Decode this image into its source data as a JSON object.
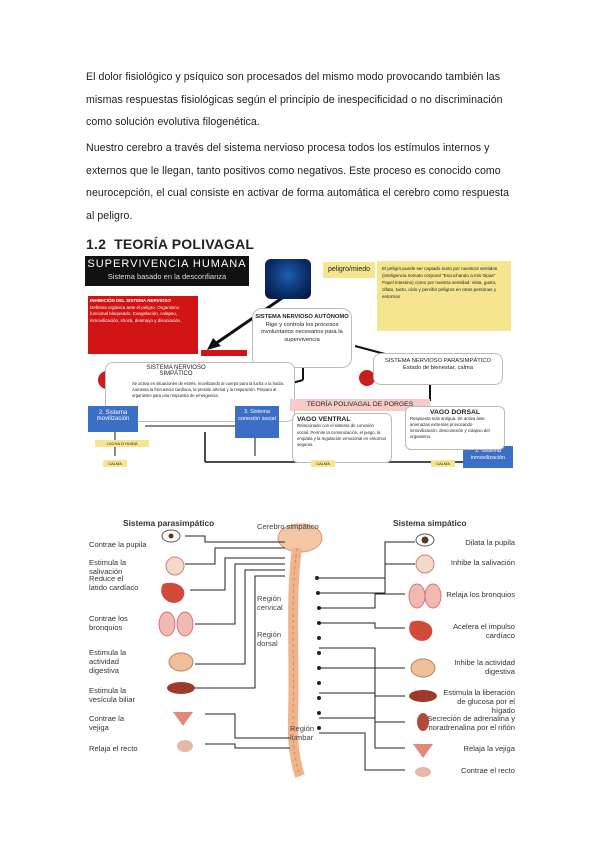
{
  "paragraphs": [
    {
      "lines": [
        "El dolor fisiológico y psíquico son procesados del mismo modo provocando también las",
        "mismas respuestas fisiológicas según el principio de inespecificidad o no discriminación",
        "como solución evolutiva filogenética."
      ]
    },
    {
      "lines": [
        "Nuestro cerebro a través del sistema nervioso procesa todos los estímulos internos y",
        "externos que le llegan, tanto positivos como negativos. Este proceso es conocido como",
        "neurocepción, el cual consiste en activar de forma automática el cerebro como respuesta",
        "al peligro."
      ]
    }
  ],
  "section": {
    "number": "1.2",
    "title": "TEORÍA POLIVAGAL"
  },
  "polyvagal_diagram": {
    "title": "SUPERVIVENCIA HUMANA",
    "subtitle": "Sistema basado en la desconfianza",
    "danger_label": "peligro/miedo",
    "danger_text": "El peligro puede ser captado tanto por nuestros sentidos (inteligencia somato corporal \"Escuchando a mis tripas\" Papel intestino) como por nuestra sentidad: vista, gusto, olfato, tacto, oído y percibir peligros en otras personas y entornos",
    "autonomic_title": "SISTEMA NERVIOSO AUTÓNOMO",
    "autonomic_text": "Rige y controla los procesos involuntarios necesarios para la supervivencia",
    "red_box_title": "INHIBICIÓN DEL SISTEMA NERVIOSO",
    "red_box_text": "Defensa orgánica ante el peligro. Organismo funcional bloqueado. Congelación, colapso, inmovilización, shock, desmayo y disociación.",
    "sympathetic_title": "SISTEMA NERVIOSO SIMPÁTICO",
    "sympathetic_text": "Se activa en situaciones de estrés, movilizando al cuerpo para la lucha o la huida. Aumenta la frecuencia cardíaca, la presión arterial y la respiración. Prepara al organismo para una respuesta de emergencia.",
    "stage_2": "2. Sistema movilización",
    "stage_3": "3. Sistema conexión social",
    "stage_1": "1. Sistema inmovilización",
    "parasympathetic_title": "SISTEMA NERVIOSO PARASIMPÁTICO",
    "parasympathetic_text": "Estado de bienestar, calma",
    "theory_label": "TEORÍA POLIVAGAL DE PORGES",
    "ventral_title": "VAGO VENTRAL",
    "ventral_text": "Relacionado con el sistema de conexión social. Permite la comunicación, el juego, la empatía y la regulación emocional en entornos seguros.",
    "dorsal_title": "VAGO DORSAL",
    "dorsal_text": "Respuesta más antigua. Se activa ante amenazas extremas provocando inmovilización, desconexión y colapso del organismo.",
    "small_labels": [
      "LUCHA O HUIDA",
      "CALMA",
      "CALMA",
      "CALMA"
    ]
  },
  "ans_figure": {
    "para_header": "Sistema parasimpático",
    "simp_header": "Sistema simpático",
    "center_top": "Cerebro simpático",
    "regions": [
      "Región cervical",
      "Región dorsal",
      "Región lumbar"
    ],
    "left_labels": [
      "Contrae la pupila",
      "Estimula la salivación",
      "Reduce el latido cardíaco",
      "Contrae los bronquios",
      "Estimula la actividad digestiva",
      "Estimula la vesícula biliar",
      "Contrae la vejiga",
      "Relaja el recto"
    ],
    "right_labels": [
      "Dilata la pupila",
      "Inhibe la salivación",
      "Relaja los bronquios",
      "Acelera el impulso cardíaco",
      "Inhibe la actividad digestiva",
      "Estimula la liberación de glucosa por el hígado",
      "Secreción de adrenalina y noradrenalina por el riñón",
      "Relaja la vejiga",
      "Contrae el recto"
    ]
  },
  "colors": {
    "accent_red": "#d21414",
    "accent_blue": "#3b6fc6",
    "highlight_yellow": "#f4e58e",
    "nerve_yellow": "#e8c85a"
  }
}
